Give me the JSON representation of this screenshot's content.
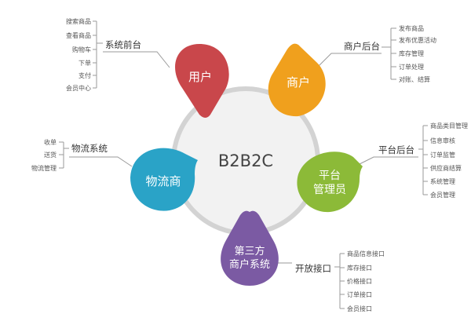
{
  "center": {
    "label": "B2B2C"
  },
  "nodes": [
    {
      "id": "user",
      "label_lines": [
        "用户"
      ],
      "color": "#c9474b",
      "branch": "系统前台",
      "items": [
        "搜索商品",
        "查看商品",
        "购物车",
        "下单",
        "支付",
        "会员中心"
      ]
    },
    {
      "id": "merchant",
      "label_lines": [
        "商户"
      ],
      "color": "#f0a01d",
      "branch": "商户后台",
      "items": [
        "发布商品",
        "发布优惠活动",
        "库存管理",
        "订单处理",
        "对账、结算"
      ]
    },
    {
      "id": "admin",
      "label_lines": [
        "平台",
        "管理员"
      ],
      "color": "#8cba38",
      "branch": "平台后台",
      "items": [
        "商品类目管理",
        "信息审核",
        "订单监管",
        "供应商结算",
        "系统管理",
        "会员管理"
      ]
    },
    {
      "id": "third-party",
      "label_lines": [
        "第三方",
        "商户系统"
      ],
      "color": "#7b5aa3",
      "branch": "开放接口",
      "items": [
        "商品信息接口",
        "库存接口",
        "价格接口",
        "订单接口",
        "会员接口"
      ]
    },
    {
      "id": "logistics",
      "label_lines": [
        "物流商"
      ],
      "color": "#2aa3c7",
      "branch": "物流系统",
      "items": [
        "收单",
        "送货",
        "物流管理"
      ]
    }
  ]
}
